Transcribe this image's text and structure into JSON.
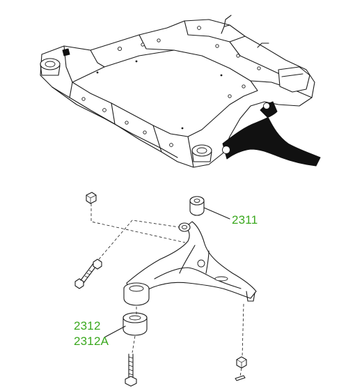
{
  "callouts": {
    "bushing_rear": "2311",
    "bushing_front": "2312",
    "bushing_front_alt": "2312A"
  },
  "colors": {
    "callout_text": "#3aa81e",
    "line_art": "#1a1a1a",
    "background": "#ffffff"
  }
}
